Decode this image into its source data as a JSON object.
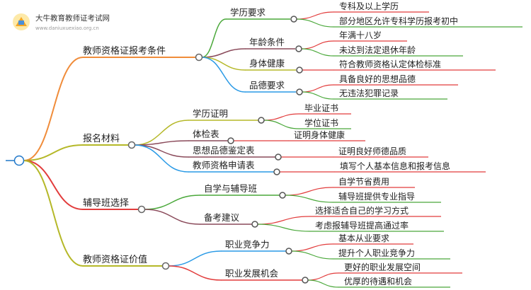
{
  "logo": {
    "title": "大牛教育教师证考试网",
    "url": "www.daniuxuexiao.org.cn"
  },
  "colors": {
    "orange": "#f08c3a",
    "green": "#4aa83a",
    "purple": "#8a4a5a",
    "olive": "#b5b828",
    "blue": "#2a9ae6",
    "red": "#e23c3c",
    "root": "#1f77c9"
  },
  "mindmap": {
    "branches": [
      {
        "label": "教师资格证报考条件",
        "children": [
          {
            "label": "学历要求",
            "leaves": [
              "专科及以上学历",
              "部分地区允许专科学历报考初中"
            ]
          },
          {
            "label": "年龄条件",
            "leaves": [
              "年满十八岁",
              "未达到法定退休年龄"
            ]
          },
          {
            "label": "身体健康",
            "leaves": [
              "符合教师资格认定体检标准"
            ]
          },
          {
            "label": "品德要求",
            "leaves": [
              "具备良好的思想品德",
              "无违法犯罪记录"
            ]
          }
        ]
      },
      {
        "label": "报名材料",
        "children": [
          {
            "label": "学历证明",
            "leaves": [
              "毕业证书",
              "学位证书"
            ]
          },
          {
            "label": "体检表",
            "leaves": [
              "证明身体健康"
            ]
          },
          {
            "label": "思想品德鉴定表",
            "leaves": [
              "证明良好师德品质"
            ]
          },
          {
            "label": "教师资格申请表",
            "leaves": [
              "填写个人基本信息和报考信息"
            ]
          }
        ]
      },
      {
        "label": "辅导班选择",
        "children": [
          {
            "label": "自学与辅导班",
            "leaves": [
              "自学节省费用",
              "辅导班提供专业指导"
            ]
          },
          {
            "label": "备考建议",
            "leaves": [
              "选择适合自己的学习方式",
              "考虑报辅导班提高通过率"
            ]
          }
        ]
      },
      {
        "label": "教师资格证价值",
        "children": [
          {
            "label": "职业竞争力",
            "leaves": [
              "基本从业要求",
              "提升个人职业竞争力"
            ]
          },
          {
            "label": "职业发展机会",
            "leaves": [
              "更好的职业发展空间",
              "优厚的待遇和机会"
            ]
          }
        ]
      }
    ]
  }
}
